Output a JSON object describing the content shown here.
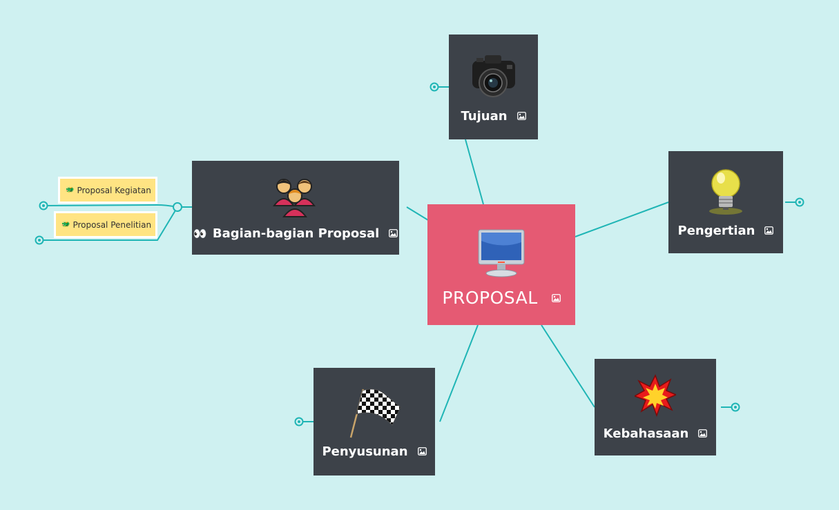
{
  "center": {
    "label": "PROPOSAL",
    "icon": "monitor-icon"
  },
  "nodes": {
    "tujuan": {
      "label": "Tujuan",
      "icon": "camera-icon"
    },
    "pengertian": {
      "label": "Pengertian",
      "icon": "lightbulb-icon"
    },
    "bagian": {
      "label": "Bagian-bagian Proposal",
      "prefix": "👀",
      "icon": "people-icon"
    },
    "penyusunan": {
      "label": "Penyusunan",
      "icon": "checkered-flag-icon"
    },
    "kebahasaan": {
      "label": "Kebahasaan",
      "icon": "explosion-icon"
    }
  },
  "subtopics": [
    {
      "label": "Proposal Kegiatan",
      "prefix": "🐲"
    },
    {
      "label": "Proposal Penelitian",
      "prefix": "🐲"
    }
  ],
  "colors": {
    "background": "#cff1f1",
    "node": "#3d4249",
    "center": "#e55a73",
    "connector": "#1fb5b5",
    "subtopic": "#ffe483"
  }
}
